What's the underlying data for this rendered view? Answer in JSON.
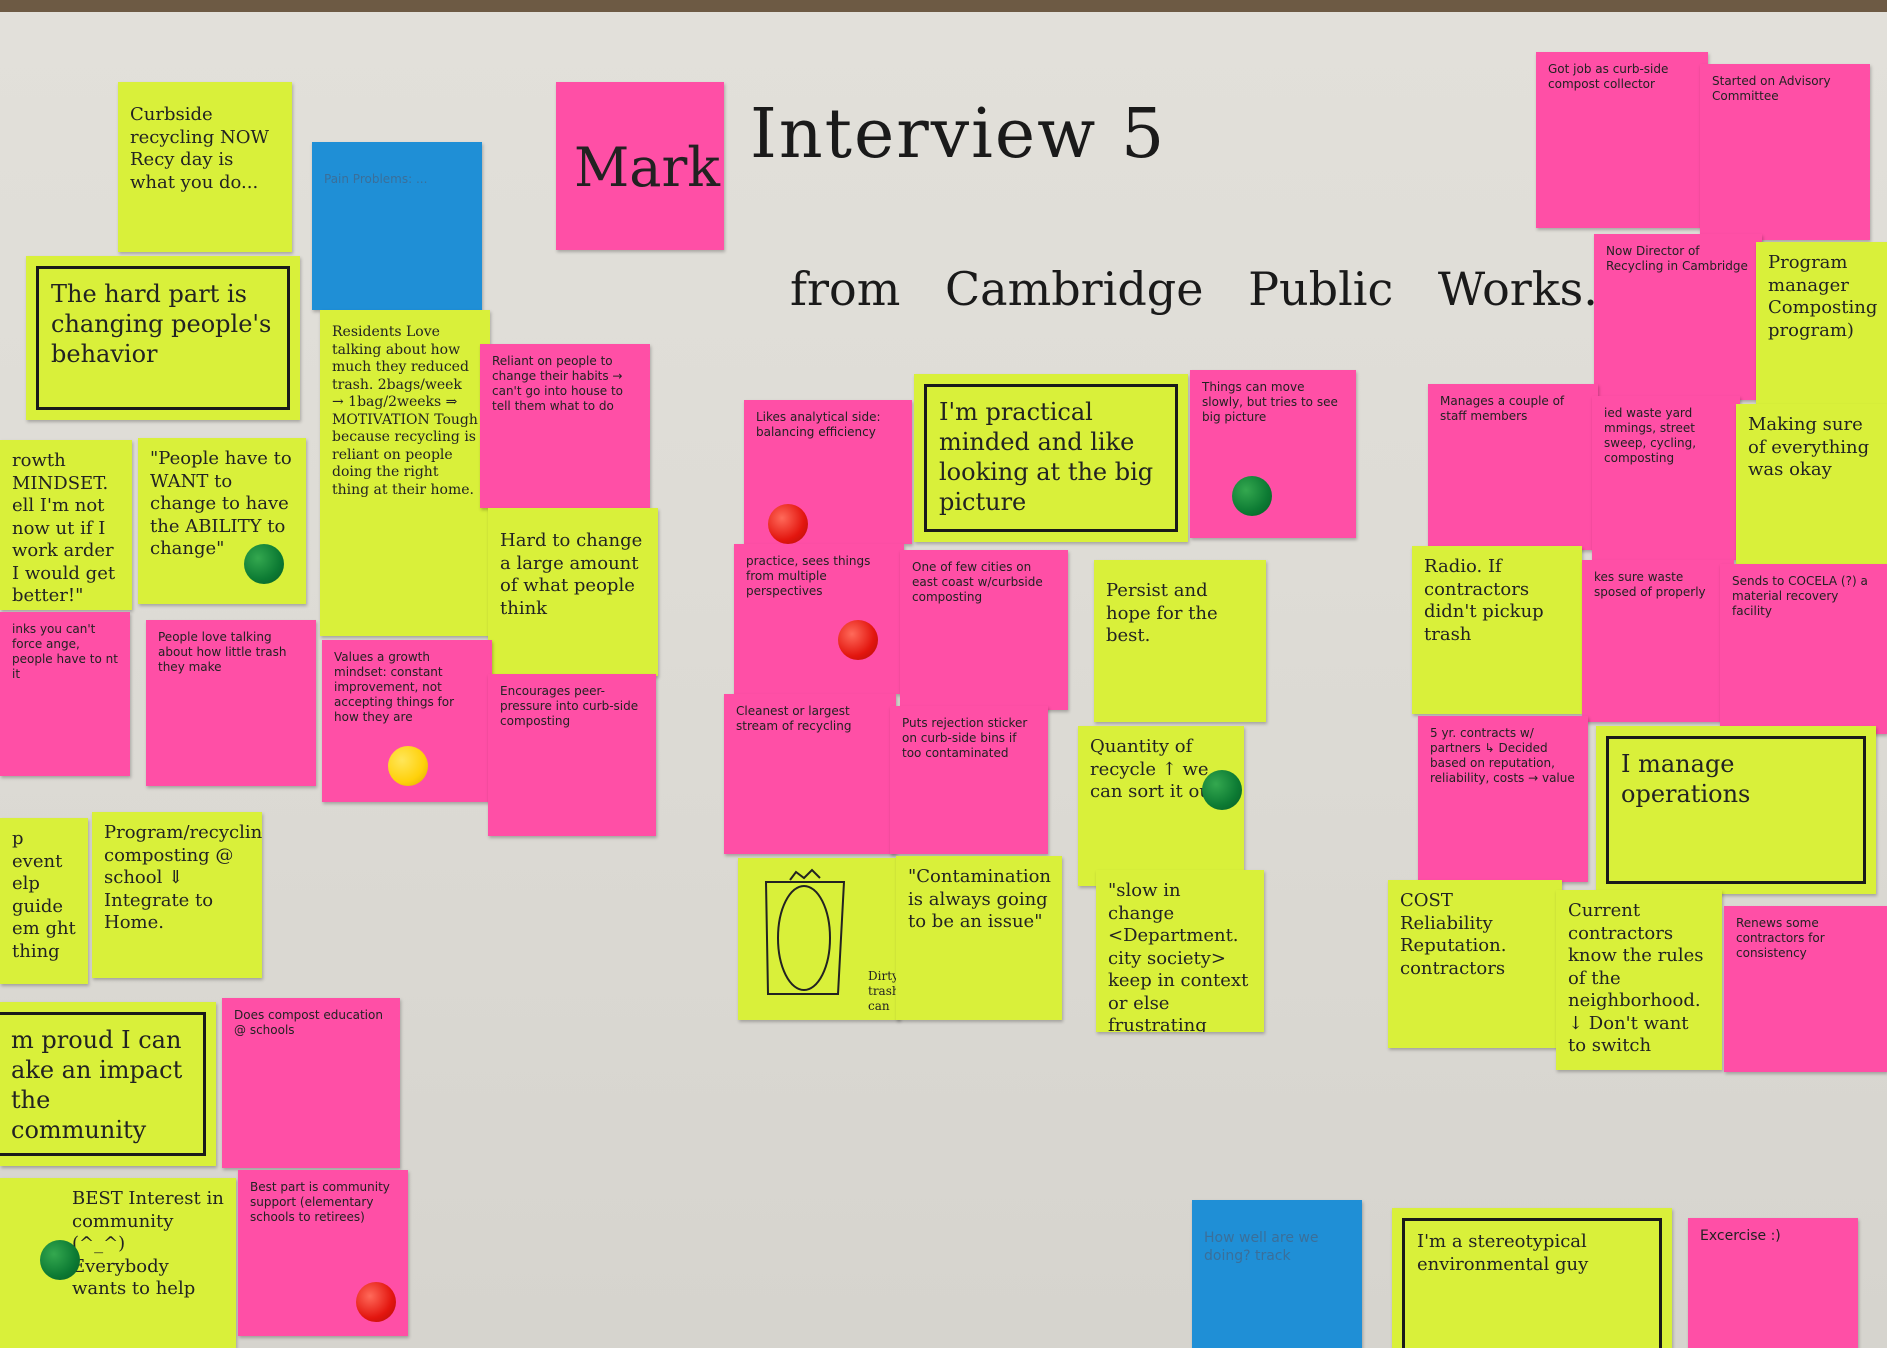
{
  "title": "Interview 5",
  "subtitle": "from Cambridge Public Works...",
  "name_note": "Mark",
  "notes": {
    "curbside": "Curbside recycling NOW Recy day is what you do...",
    "blue_top": "Pain Problems: ... ",
    "hard_part": "The hard part is changing people's behavior",
    "residents": "Residents Love talking about how much they reduced trash. 2bags/week → 1bag/2weeks ⇒ MOTIVATION Tough because recycling is reliant on people doing the right thing at their home.",
    "reliant": "Reliant on people to change their habits → can't go into house to tell them what to do",
    "growth": "rowth MINDSET. ell I'm not now ut if I work arder I would get better!\"",
    "people_have": "\"People have to WANT to change to have the ABILITY to change\"",
    "hard_change": "Hard to change a large amount of what people think",
    "thinks_force": "inks you can't force ange, people have to nt it",
    "people_love": "People love talking about how little trash they make",
    "values_growth": "Values a growth mindset: constant improvement, not accepting things for how they are",
    "encourages": "Encourages peer-pressure into curb-side composting",
    "event": "p event elp guide em ght thing",
    "program_recy": "Program/recycling composting @ school ⇓ Integrate to Home.",
    "proud": "m proud I can ake an impact the community",
    "compost_edu": "Does compost education @ schools",
    "best": "BEST Interest in community (^_^) Everybody wants to help",
    "best_part": "Best part is community support (elementary schools to retirees)",
    "likes_analytical": "Likes analytical side: balancing efficiency",
    "practical": "I'm practical minded and like looking at the big picture",
    "things_move": "Things can move slowly, but tries to see big picture",
    "practice_sees": "practice, sees things from multiple perspectives",
    "one_of_few": "One of few cities on east coast w/curbside composting",
    "persist": "Persist and hope for the best.",
    "cleanest": "Cleanest or largest stream of recycling",
    "puts_rejection": "Puts rejection sticker on curb-side bins if too contaminated",
    "quantity": "Quantity of recycle ↑ we can sort it out.",
    "dirty_can": "Dirty trash can",
    "contamination": "\"Contamination is always going to be an issue\"",
    "slow_change": "\"slow in change <Department. city society> keep in context or else frustrating",
    "got_job": "Got job as curb-side compost collector",
    "started_advisory": "Started on Advisory Committee",
    "now_director": "Now Director of Recycling in Cambridge",
    "program_manager": "Program manager Composting program)",
    "manages_staff": "Manages a couple of staff members",
    "yard_waste": "ied waste yard mmings, street sweep, cycling, composting",
    "making_sure": "Making sure of everything was okay",
    "radio": "Radio. If contractors didn't pickup trash",
    "waste_disposed": "kes sure waste sposed of properly",
    "sends_cocela": "Sends to COCELA (?) a material recovery facility",
    "five_yr": "5 yr. contracts w/ partners ↳ Decided based on reputation, reliability, costs → value",
    "manage_ops": "I manage operations",
    "cost": "COST Reliability Reputation. contractors",
    "current_contractors": "Current contractors know the rules of the neighborhood. ↓ Don't want to switch",
    "renews": "Renews some contractors for consistency",
    "blue_bottom": "How well are we doing? track",
    "stereotypical": "I'm a stereotypical environmental guy",
    "excercise": "Excercise :)"
  },
  "colors": {
    "yellow_note": "#d9f03a",
    "pink_note": "#ff4fa6",
    "blue_note": "#1f8fd6",
    "red_dot": "#e3160f",
    "green_dot": "#0c7a33",
    "yellow_dot": "#ffd10a"
  }
}
